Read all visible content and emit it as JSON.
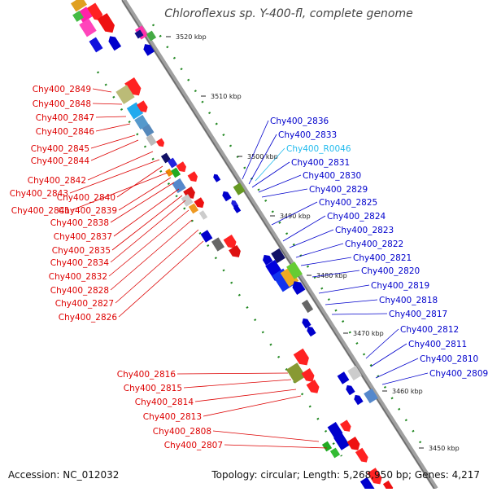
{
  "title": "Chloroflexus sp. Y-400-fl, complete genome",
  "accession": "Accession: NC_012032",
  "topology": "Topology: circular; Length: 5,268,950 bp; Genes: 4,217",
  "colors": {
    "left_labels": "#dd0000",
    "right_labels": "#0000cc",
    "rna_label": "#22bbee",
    "axis": "#888888",
    "ruler_dots": "#228822"
  },
  "scale_marks": [
    {
      "label": "3520 kbp",
      "kbp": 3520
    },
    {
      "label": "3510 kbp",
      "kbp": 3510
    },
    {
      "label": "3500 kbp",
      "kbp": 3500
    },
    {
      "label": "3490 kbp",
      "kbp": 3490
    },
    {
      "label": "3480 kbp",
      "kbp": 3480
    },
    {
      "label": "3470 kbp",
      "kbp": 3470
    },
    {
      "label": "3460 kbp",
      "kbp": 3460
    },
    {
      "label": "3450 kbp",
      "kbp": 3450
    }
  ],
  "left_genes": [
    {
      "name": "Chy400_2849"
    },
    {
      "name": "Chy400_2848"
    },
    {
      "name": "Chy400_2847"
    },
    {
      "name": "Chy400_2846"
    },
    {
      "name": "Chy400_2845"
    },
    {
      "name": "Chy400_2844"
    },
    {
      "name": "Chy400_2842"
    },
    {
      "name": "Chy400_2843"
    },
    {
      "name": "Chy400_2840"
    },
    {
      "name": "Chy400_2841"
    },
    {
      "name": "Chy400_2839"
    },
    {
      "name": "Chy400_2838"
    },
    {
      "name": "Chy400_2837"
    },
    {
      "name": "Chy400_2835"
    },
    {
      "name": "Chy400_2834"
    },
    {
      "name": "Chy400_2832"
    },
    {
      "name": "Chy400_2828"
    },
    {
      "name": "Chy400_2827"
    },
    {
      "name": "Chy400_2826"
    },
    {
      "name": "Chy400_2816"
    },
    {
      "name": "Chy400_2815"
    },
    {
      "name": "Chy400_2814"
    },
    {
      "name": "Chy400_2813"
    },
    {
      "name": "Chy400_2808"
    },
    {
      "name": "Chy400_2807"
    }
  ],
  "right_genes": [
    {
      "name": "Chy400_2836"
    },
    {
      "name": "Chy400_2833"
    },
    {
      "name": "Chy400_R0046"
    },
    {
      "name": "Chy400_2831"
    },
    {
      "name": "Chy400_2830"
    },
    {
      "name": "Chy400_2829"
    },
    {
      "name": "Chy400_2825"
    },
    {
      "name": "Chy400_2824"
    },
    {
      "name": "Chy400_2823"
    },
    {
      "name": "Chy400_2822"
    },
    {
      "name": "Chy400_2821"
    },
    {
      "name": "Chy400_2820"
    },
    {
      "name": "Chy400_2819"
    },
    {
      "name": "Chy400_2818"
    },
    {
      "name": "Chy400_2817"
    },
    {
      "name": "Chy400_2812"
    },
    {
      "name": "Chy400_2811"
    },
    {
      "name": "Chy400_2810"
    },
    {
      "name": "Chy400_2809"
    }
  ]
}
